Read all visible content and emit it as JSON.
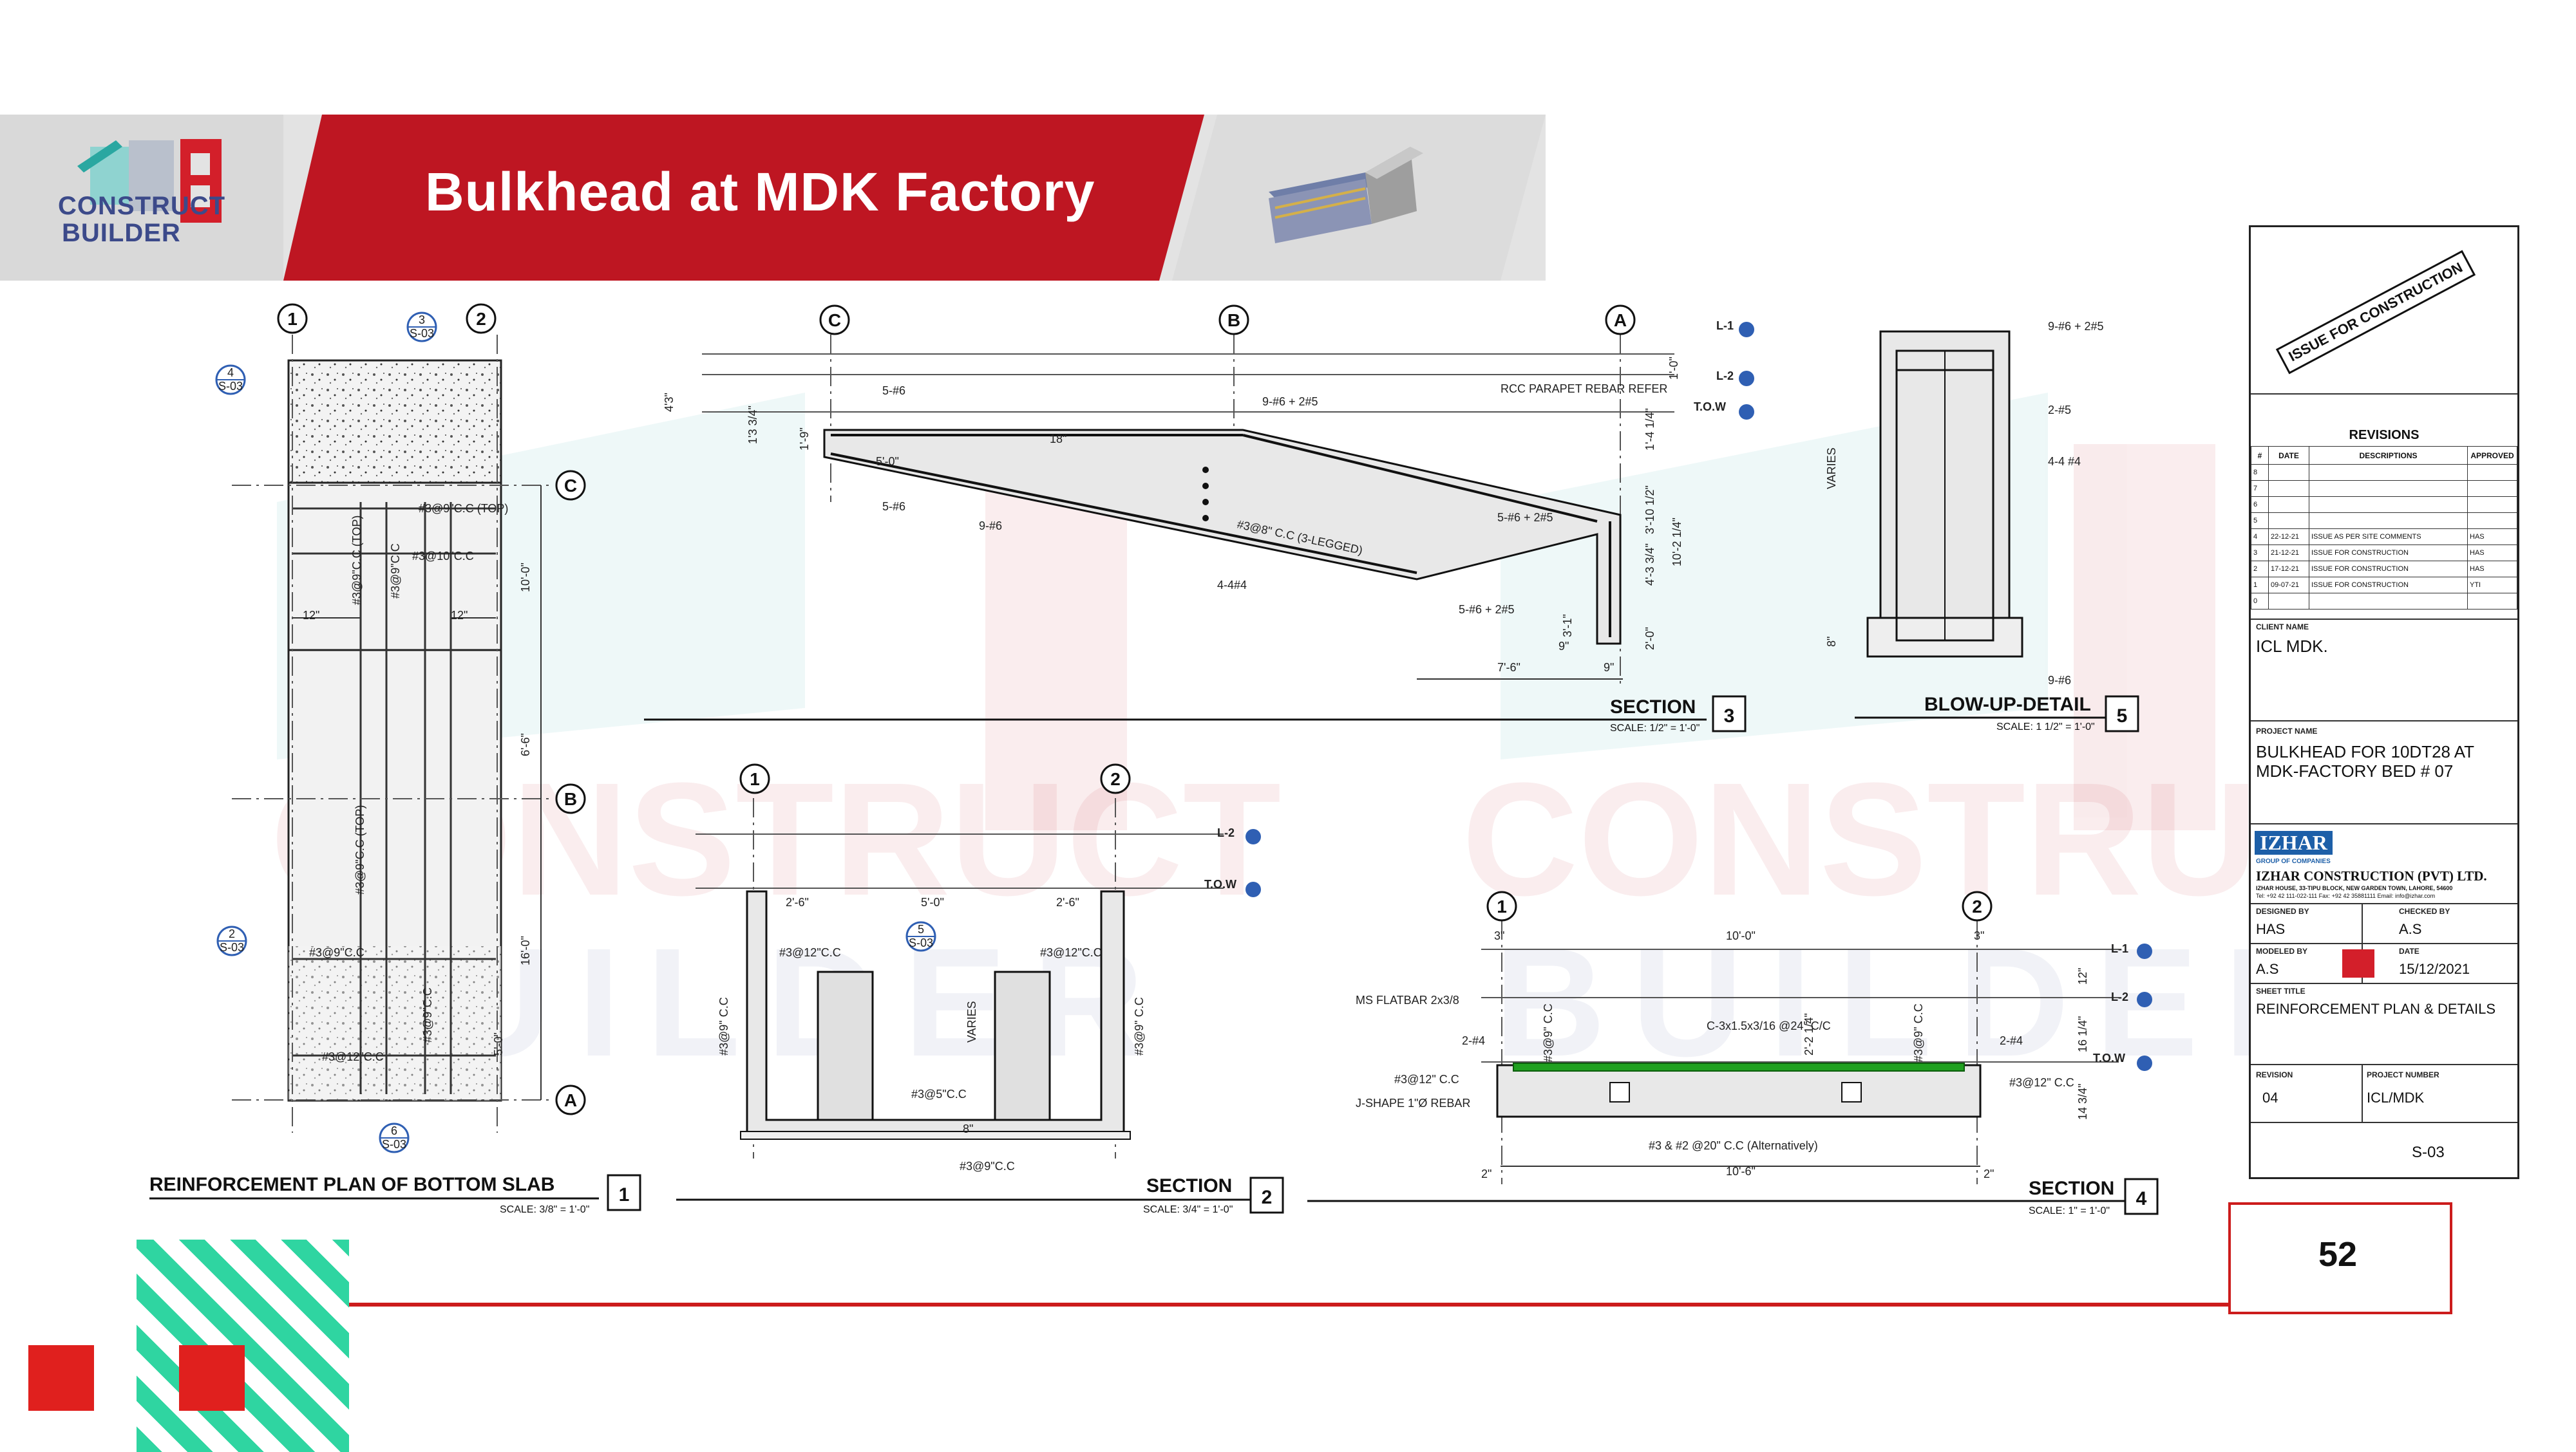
{
  "header": {
    "title": "Bulkhead at MDK Factory",
    "logo_line1": "CONSTRUCT",
    "logo_line2": "BUILDER",
    "brand_color": "#be1622"
  },
  "watermark": {
    "line1": "CONSTRUCT",
    "line2": "BUILDER"
  },
  "drawings": {
    "plan": {
      "title": "REINFORCEMENT PLAN OF BOTTOM SLAB",
      "scale": "SCALE: 3/8\" = 1'-0\"",
      "number": "1",
      "grids": [
        "1",
        "2",
        "C",
        "B",
        "A"
      ],
      "callouts": [
        "3",
        "S-03",
        "4",
        "S-03",
        "2",
        "S-03",
        "6",
        "S-03"
      ],
      "notes": [
        "#3@9\"C.C (TOP)",
        "#3@10\"C.C",
        "#3@9\"C.C (TOP)",
        "#3@9\"C.C",
        "#3@9\"C.C",
        "#3@9\"C.C",
        "#3@12\"C.C",
        "#3@9\"C.C (TOP)",
        "12\"",
        "12\""
      ],
      "dims": [
        "10'-0\"",
        "6'-6\"",
        "16'-0\"",
        "5'-0\""
      ]
    },
    "section2": {
      "title": "SECTION",
      "scale": "SCALE: 3/4\" = 1'-0\"",
      "number": "2",
      "grids": [
        "1",
        "2"
      ],
      "levels": [
        "L-2",
        "T.O.W"
      ],
      "notes": [
        "#3@12\"C.C",
        "#3@12\"C.C",
        "#3@5\"C.C",
        "#3@9\" C.C",
        "#3@9\" C.C",
        "VARIES",
        "#3@9\"C.C",
        "8\""
      ],
      "dims": [
        "2'-6\"",
        "5'-0\"",
        "2'-6\""
      ],
      "callout": [
        "5",
        "S-03"
      ]
    },
    "section3": {
      "title": "SECTION",
      "scale": "SCALE: 1/2\" = 1'-0\"",
      "number": "3",
      "grids": [
        "C",
        "B",
        "A"
      ],
      "levels": [
        "L-1",
        "L-2",
        "T.O.W"
      ],
      "notes": [
        "5-#6",
        "9-#6 + 2#5",
        "RCC PARAPET REBAR REFER",
        "5'-0\"",
        "5-#6",
        "9-#6",
        "#3@8\" C.C (3-LEGGED)",
        "4-4#4",
        "5-#6 + 2#5",
        "5-#6 + 2#5",
        "7'-6\"",
        "9\"",
        "18\""
      ],
      "dims": [
        "4'3\"",
        "1'-9\"",
        "1'3 3/4\"",
        "1'-0\"",
        "1'-4 1/4\"",
        "3'-10 1/2\"",
        "10'-2 1/4\"",
        "4'-3 3/4\"",
        "2'-0\"",
        "3'-1\"",
        "9\""
      ]
    },
    "section4": {
      "title": "SECTION",
      "scale": "SCALE: 1\" = 1'-0\"",
      "number": "4",
      "grids": [
        "1",
        "2"
      ],
      "levels": [
        "L-1",
        "L-2",
        "T.O.W"
      ],
      "notes": [
        "MS FLATBAR 2x3/8",
        "2-#4",
        "#3@12\" C.C",
        "J-SHAPE 1\"Ø REBAR",
        "#3@9\" C.C",
        "C-3x1.5x3/16 @24\" C/C",
        "#3@9\" C.C",
        "2-#4",
        "#3@12\" C.C",
        "#3 & #2 @20\" C.C (Alternatively)"
      ],
      "dims": [
        "10'-0\"",
        "10'-6\"",
        "3\"",
        "3\"",
        "2'-2 1/4\"",
        "12\"",
        "16 1/4\"",
        "14 3/4\"",
        "2\"",
        "2\""
      ]
    },
    "detail5": {
      "title": "BLOW-UP-DETAIL",
      "scale": "SCALE: 1 1/2\" = 1'-0\"",
      "number": "5",
      "notes": [
        "9-#6 + 2#5",
        "2-#5",
        "4-4 #4",
        "9-#6",
        "VARIES",
        "8\""
      ]
    }
  },
  "title_block": {
    "stamp": "ISSUE FOR CONSTRUCTION",
    "revisions_title": "REVISIONS",
    "rev_headers": [
      "#",
      "DATE",
      "DESCRIPTIONS",
      "APPROVED"
    ],
    "rev_rows": [
      {
        "no": "8",
        "date": "",
        "desc": "",
        "by": ""
      },
      {
        "no": "7",
        "date": "",
        "desc": "",
        "by": ""
      },
      {
        "no": "6",
        "date": "",
        "desc": "",
        "by": ""
      },
      {
        "no": "5",
        "date": "",
        "desc": "",
        "by": ""
      },
      {
        "no": "4",
        "date": "22-12-21",
        "desc": "ISSUE AS PER SITE COMMENTS",
        "by": "HAS"
      },
      {
        "no": "3",
        "date": "21-12-21",
        "desc": "ISSUE FOR CONSTRUCTION",
        "by": "HAS"
      },
      {
        "no": "2",
        "date": "17-12-21",
        "desc": "ISSUE FOR CONSTRUCTION",
        "by": "HAS"
      },
      {
        "no": "1",
        "date": "09-07-21",
        "desc": "ISSUE FOR CONSTRUCTION",
        "by": "YTI"
      },
      {
        "no": "0",
        "date": "",
        "desc": "",
        "by": ""
      }
    ],
    "client_label": "CLIENT NAME",
    "client": "ICL MDK.",
    "project_label": "PROJECT NAME",
    "project": "BULKHEAD FOR 10DT28 AT MDK-FACTORY BED # 07",
    "company_logo": "IZHAR",
    "company_sub": "GROUP OF COMPANIES",
    "company": "IZHAR CONSTRUCTION (PVT) LTD.",
    "address": "IZHAR HOUSE, 33-TIPU BLOCK, NEW GARDEN TOWN, LAHORE, 54600",
    "contact": "Tel: +92 42 111-022-111  Fax: +92 42 35881111  Email: info@izhar.com",
    "designed_label": "DESIGNED BY",
    "designed": "HAS",
    "checked_label": "CHECKED BY",
    "checked": "A.S",
    "modeled_label": "MODELED BY",
    "modeled": "A.S",
    "date_label": "DATE",
    "date": "15/12/2021",
    "sheet_label": "SHEET TITLE",
    "sheet": "REINFORCEMENT PLAN & DETAILS",
    "revision_label": "REVISION",
    "revision": "04",
    "projno_label": "PROJECT NUMBER",
    "projno": "ICL/MDK",
    "sheet_no": "S-03"
  },
  "footer": {
    "page_number": "52",
    "accent": "#cc1c1c",
    "stripe": "#2fd5a1"
  }
}
